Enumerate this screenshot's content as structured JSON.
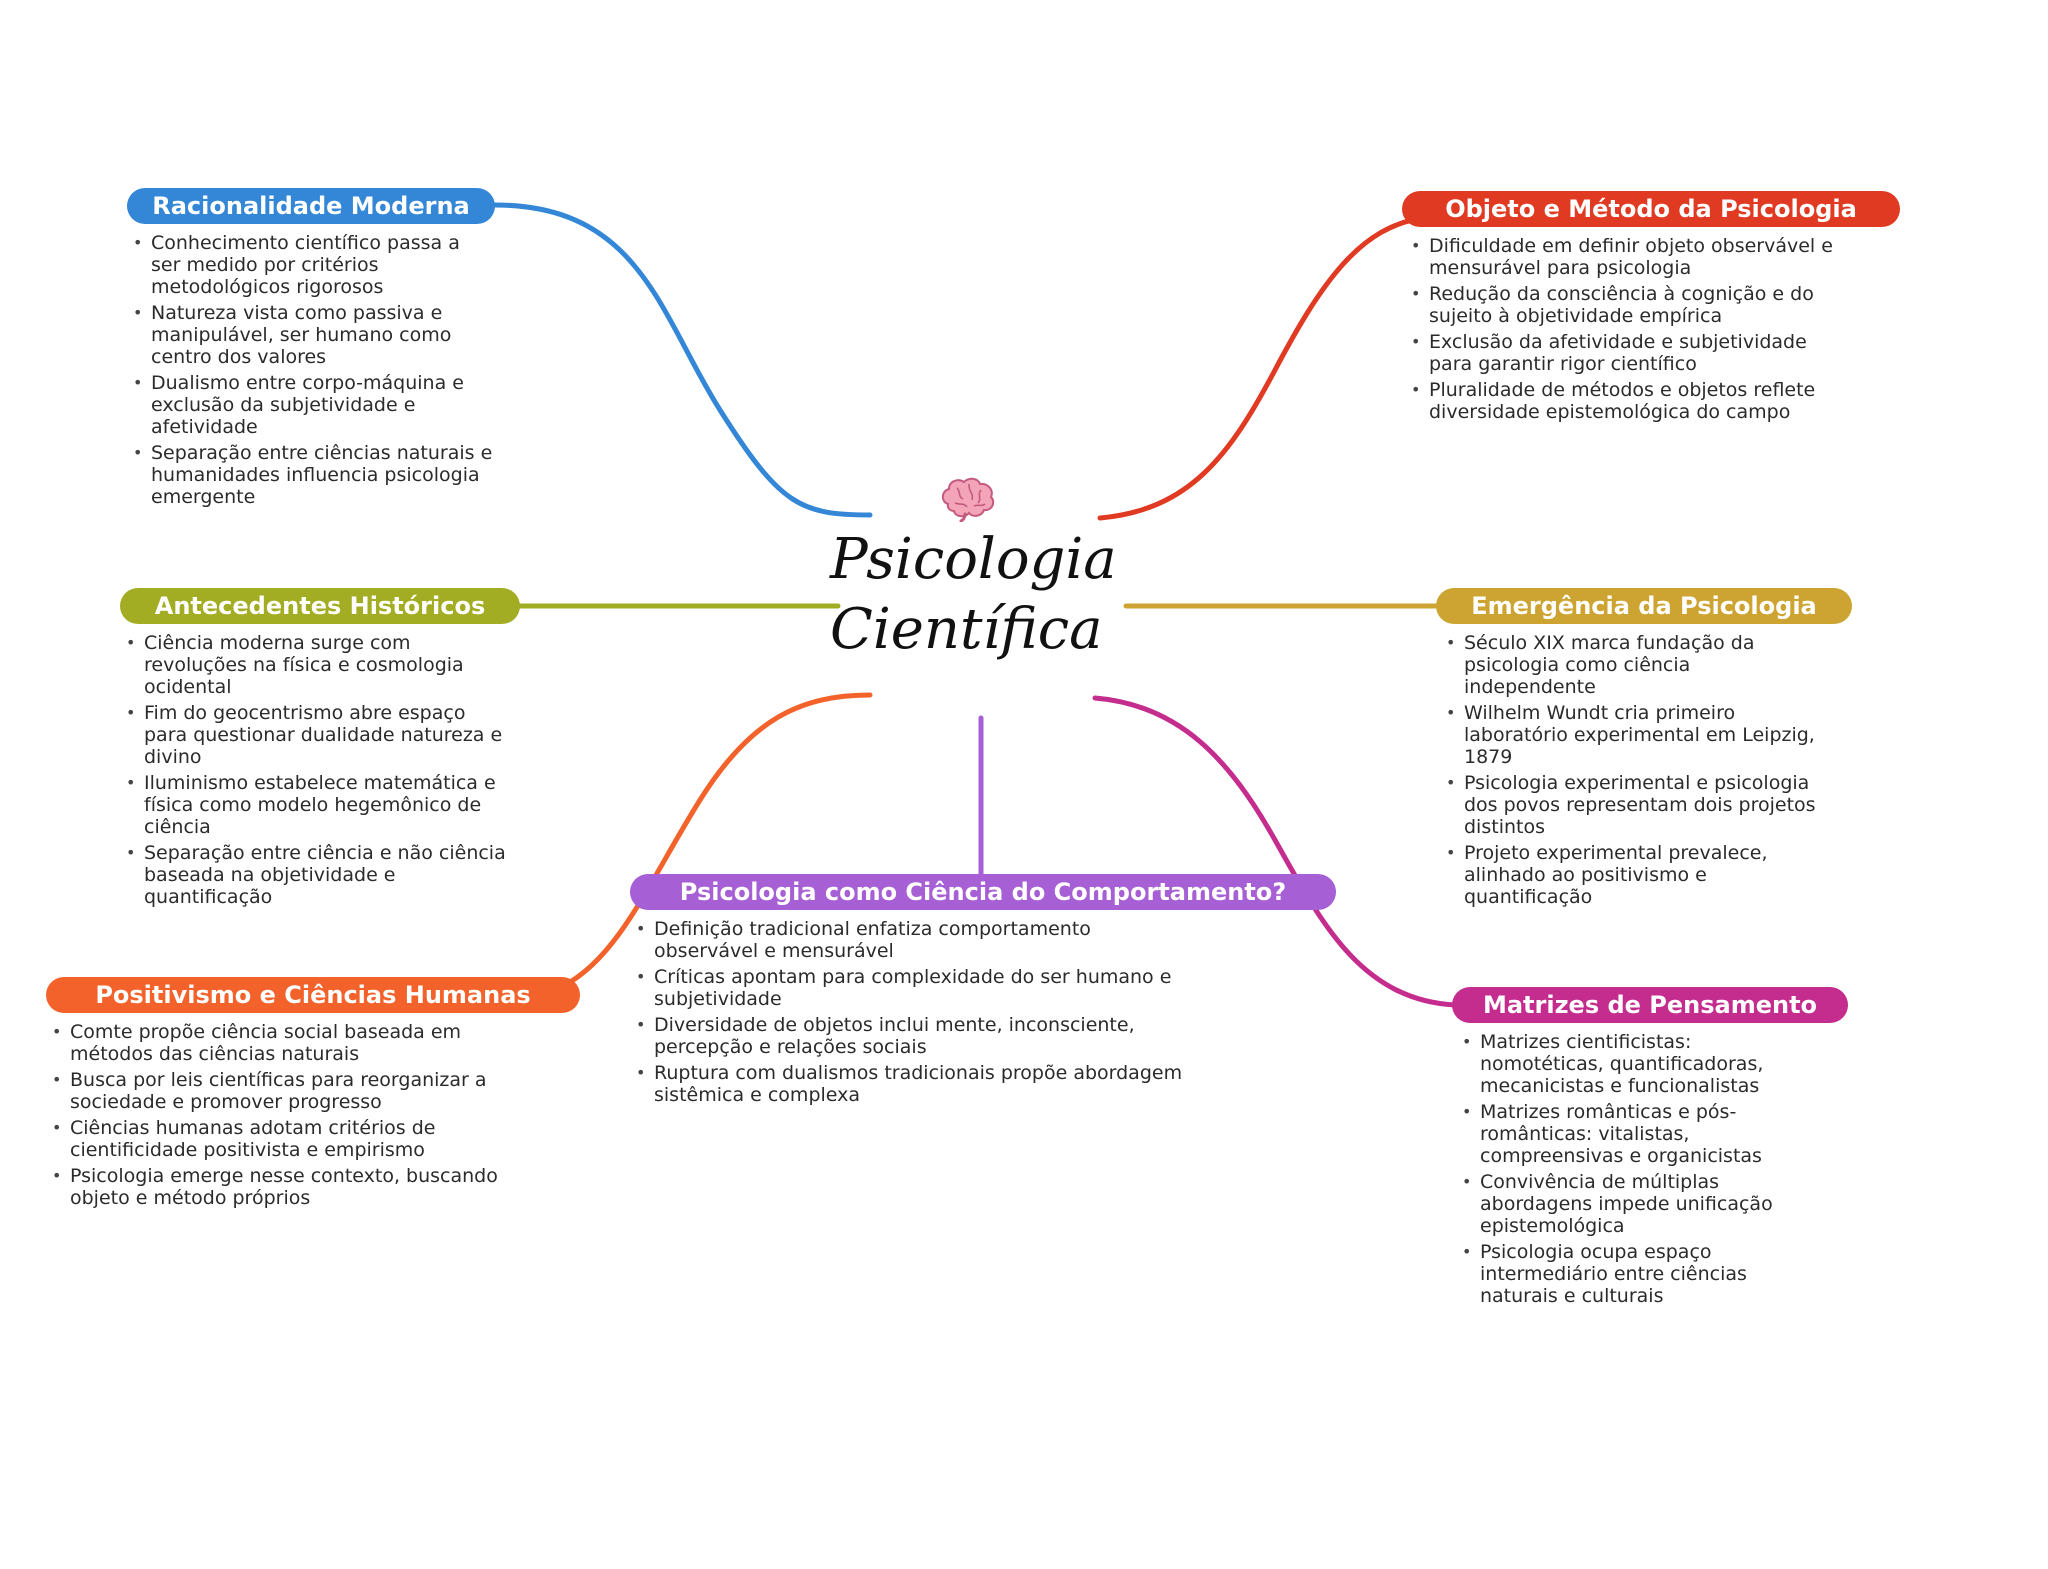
{
  "center": {
    "title_line1": "Psicologia",
    "title_line2": "Científica",
    "icon": "brain-icon"
  },
  "branches": [
    {
      "id": "racionalidade-moderna",
      "title": "Racionalidade Moderna",
      "color": "#3487d6",
      "bullets": [
        "Conhecimento científico passa a ser medido por critérios metodológicos rigorosos",
        "Natureza vista como passiva e manipulável, ser humano como centro dos valores",
        "Dualismo entre corpo-máquina e exclusão da subjetividade e afetividade",
        "Separação entre ciências naturais e humanidades influencia psicologia emergente"
      ]
    },
    {
      "id": "objeto-metodo",
      "title": "Objeto e Método da Psicologia",
      "color": "#e03a22",
      "bullets": [
        "Dificuldade em definir objeto observável e mensurável para psicologia",
        "Redução da consciência à cognição e do sujeito à objetividade empírica",
        "Exclusão da afetividade e subjetividade para garantir rigor científico",
        "Pluralidade de métodos e objetos reflete diversidade epistemológica do campo"
      ]
    },
    {
      "id": "antecedentes-historicos",
      "title": "Antecedentes Históricos",
      "color": "#a2ad23",
      "bullets": [
        "Ciência moderna surge com revoluções na física e cosmologia ocidental",
        "Fim do geocentrismo abre espaço para questionar dualidade natureza e divino",
        "Iluminismo estabelece matemática e física como modelo hegemônico de ciência",
        "Separação entre ciência e não ciência baseada na objetividade e quantificação"
      ]
    },
    {
      "id": "emergencia-psicologia",
      "title": "Emergência da Psicologia",
      "color": "#cda432",
      "bullets": [
        "Século XIX marca fundação da psicologia como ciência independente",
        "Wilhelm Wundt cria primeiro laboratório experimental em Leipzig, 1879",
        "Psicologia experimental e psicologia dos povos representam dois projetos distintos",
        "Projeto experimental prevalece, alinhado ao positivismo e quantificação"
      ]
    },
    {
      "id": "ciencia-comportamento",
      "title": "Psicologia como Ciência do Comportamento?",
      "color": "#a65fd4",
      "bullets": [
        "Definição tradicional enfatiza comportamento observável e mensurável",
        "Críticas apontam para complexidade do ser humano e subjetividade",
        "Diversidade de objetos inclui mente, inconsciente, percepção e relações sociais",
        "Ruptura com dualismos tradicionais propõe abordagem sistêmica e complexa"
      ]
    },
    {
      "id": "positivismo-ciencias-humanas",
      "title": "Positivismo e Ciências Humanas",
      "color": "#f2622a",
      "bullets": [
        "Comte propõe ciência social baseada em métodos das ciências naturais",
        "Busca por leis científicas para reorganizar a sociedade e promover progresso",
        "Ciências humanas adotam critérios de cientificidade positivista e empirismo",
        "Psicologia emerge nesse contexto, buscando objeto e método próprios"
      ]
    },
    {
      "id": "matrizes-pensamento",
      "title": "Matrizes de Pensamento",
      "color": "#c42c8e",
      "bullets": [
        "Matrizes cientificistas: nomotéticas, quantificadoras, mecanicistas e funcionalistas",
        "Matrizes românticas e pós-românticas: vitalistas, compreensivas e organicistas",
        "Convivência de múltiplas abordagens impede unificação epistemológica",
        "Psicologia ocupa espaço intermediário entre ciências naturais e culturais"
      ]
    }
  ]
}
